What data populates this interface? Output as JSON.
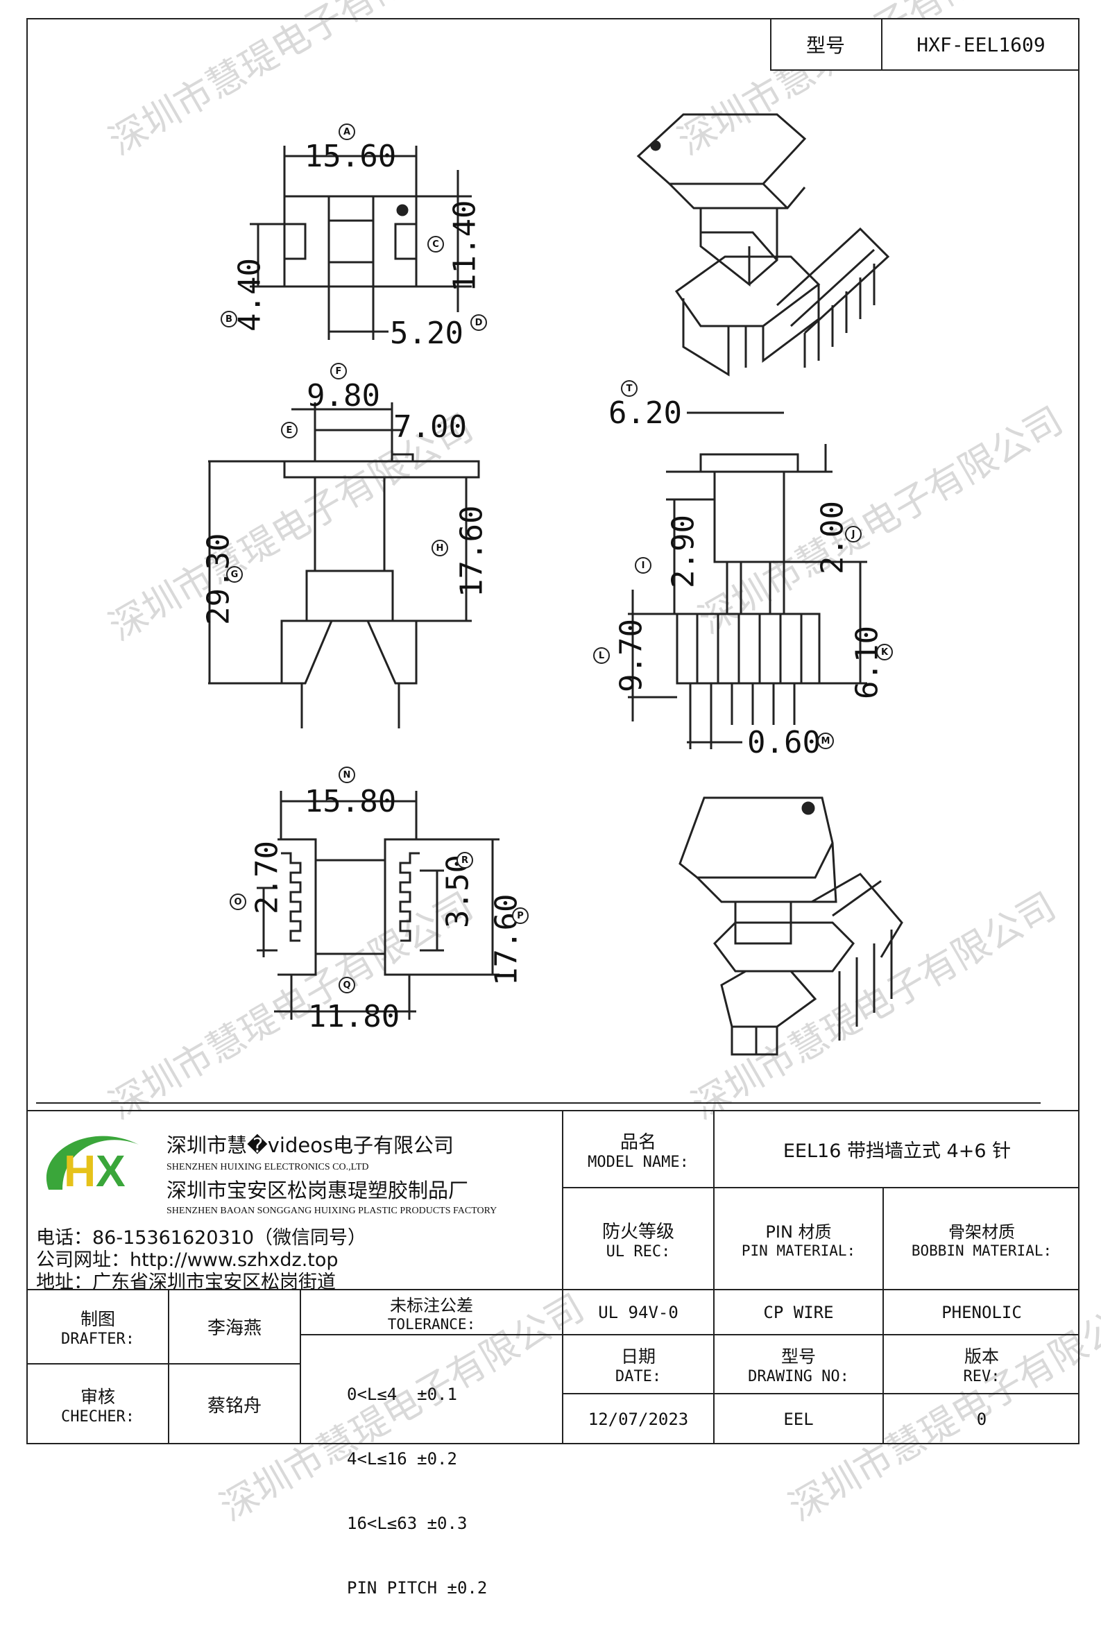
{
  "model_box": {
    "label": "型号",
    "value": "HXF-EEL1609"
  },
  "dimensions": {
    "A": "15.60",
    "B": "4.40",
    "C": "11.40",
    "D": "5.20",
    "E": "7.00",
    "F": "9.80",
    "G": "29.30",
    "H": "17.60",
    "T": "6.20",
    "I": "2.90",
    "J": "2.00",
    "K": "6.10",
    "L": "9.70",
    "M": "0.60",
    "N": "15.80",
    "O": "2.70",
    "R": "3.50",
    "P": "17.60",
    "Q": "11.80"
  },
  "markers": [
    "A",
    "B",
    "C",
    "D",
    "E",
    "F",
    "G",
    "H",
    "T",
    "I",
    "J",
    "K",
    "L",
    "M",
    "N",
    "O",
    "R",
    "P",
    "Q"
  ],
  "company": {
    "logo_text": "HX",
    "name_cn": "深圳市慧�videos电子有限公司",
    "name_en": "SHENZHEN HUIXING ELECTRONICS CO.,LTD",
    "factory_cn": "深圳市宝安区松岗惠瑅塑胶制品厂",
    "factory_en": "SHENZHEN BAOAN SONGGANG HUIXING PLASTIC PRODUCTS FACTORY",
    "phone": "电话：86-15361620310（微信同号）",
    "website": "公司网址：http://www.szhxdz.top",
    "address": "地址：广东省深圳市宝安区松岗街道"
  },
  "title_block": {
    "model_name_cn": "品名",
    "model_name_en": "MODEL NAME:",
    "model_name_value": "EEL16 带挡墙立式 4+6 针",
    "ul_cn": "防火等级",
    "ul_en": "UL REC:",
    "pin_cn": "PIN 材质",
    "pin_en": "PIN MATERIAL:",
    "bobbin_cn": "骨架材质",
    "bobbin_en": "BOBBIN MATERIAL:",
    "ul_value": "UL 94V-0",
    "pin_value": "CP WIRE",
    "bobbin_value": "PHENOLIC",
    "drafter_cn": "制图",
    "drafter_en": "DRAFTER:",
    "drafter_value": "李海燕",
    "checker_cn": "审核",
    "checker_en": "CHECHER:",
    "checker_value": "蔡铭舟",
    "tol_cn": "未标注公差",
    "tol_en": "TOLERANCE:",
    "tol_lines": [
      "0<L≤4  ±0.1",
      "4<L≤16 ±0.2",
      "16<L≤63 ±0.3",
      "PIN PITCH ±0.2"
    ],
    "date_cn": "日期",
    "date_en": "DATE:",
    "date_value": "12/07/2023",
    "drawno_cn": "型号",
    "drawno_en": "DRAWING NO:",
    "drawno_value": "EEL",
    "rev_cn": "版本",
    "rev_en": "REV:",
    "rev_value": "0"
  },
  "watermark": "深圳市慧瑅电子有限公司",
  "colors": {
    "logo_green": "#3aa63a",
    "logo_yellow": "#e6c21a",
    "line": "#222222"
  }
}
